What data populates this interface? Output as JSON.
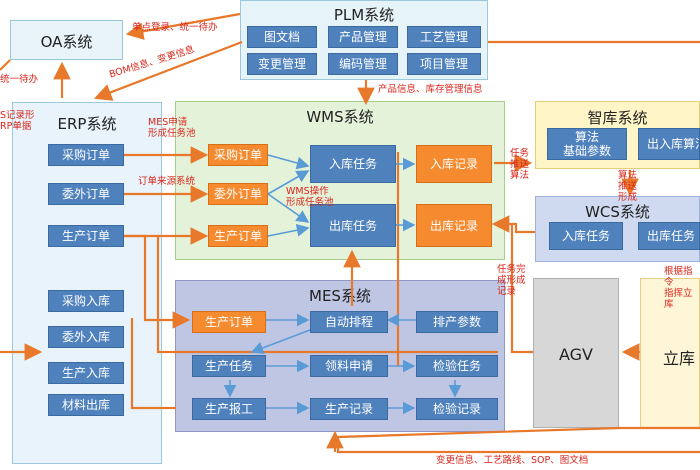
{
  "systems": {
    "oa": {
      "title": "OA系统"
    },
    "plm": {
      "title": "PLM系统",
      "items": [
        "图文档",
        "产品管理",
        "工艺管理",
        "变更管理",
        "编码管理",
        "项目管理"
      ]
    },
    "erp": {
      "title": "ERP系统",
      "items": [
        "采购订单",
        "委外订单",
        "生产订单",
        "采购入库",
        "委外入库",
        "生产入库",
        "材料出库"
      ]
    },
    "wms": {
      "title": "WMS系统",
      "orders": [
        "采购订单",
        "委外订单",
        "生产订单"
      ],
      "tasks": [
        "入库任务",
        "出库任务"
      ],
      "records": [
        "入库记录",
        "出库记录"
      ]
    },
    "mes": {
      "title": "MES系统",
      "items": [
        "生产订单",
        "自动排程",
        "排产参数",
        "生产任务",
        "领料申请",
        "检验任务",
        "生产报工",
        "生产记录",
        "检验记录"
      ]
    },
    "zk": {
      "title": "智库系统",
      "items": [
        "算法\n基础参数",
        "出入库算法"
      ]
    },
    "wcs": {
      "title": "WCS系统",
      "items": [
        "入库任务",
        "出库任务"
      ]
    },
    "agv": {
      "title": "AGV"
    },
    "lk": {
      "title": "立库"
    }
  },
  "flow_labels": {
    "sso": "单点登录、统一待办",
    "sso_left": "统一待办",
    "bom": "BOM信息、变更信息",
    "product": "产品信息、库存管理信息",
    "erp_doc": "S记录形\nRP单据",
    "mes_req": "MES申请\n形成任务池",
    "order_src": "订单来源系统",
    "wms_op": "WMS操作\n形成任务池",
    "task_push": "任务\n推送\n算法",
    "algo_push": "算法\n推送\n形成",
    "task_done": "任务完\n成形成\n记录",
    "cmd": "根据指令\n指挥立库",
    "change": "变更信息、工艺路线、SOP、图文档"
  },
  "colors": {
    "blue": "#4f81bd",
    "orange": "#f58a2e",
    "arrow_orange": "#e8782a",
    "arrow_blue": "#5b9bd5",
    "label_red": "#d9261c"
  }
}
